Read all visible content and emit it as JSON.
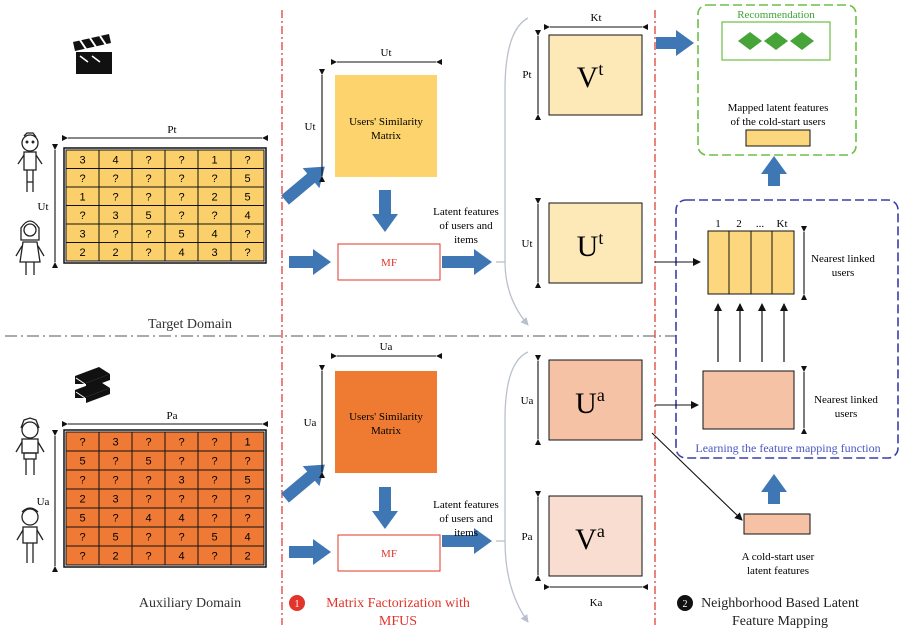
{
  "target_domain": {
    "label": "Target Domain",
    "col_dim": "Pt",
    "row_dim": "Ut",
    "ratings": [
      [
        "3",
        "4",
        "?",
        "?",
        "1",
        "?"
      ],
      [
        "?",
        "?",
        "?",
        "?",
        "?",
        "5"
      ],
      [
        "1",
        "?",
        "?",
        "?",
        "2",
        "5"
      ],
      [
        "?",
        "3",
        "5",
        "?",
        "?",
        "4"
      ],
      [
        "3",
        "?",
        "?",
        "5",
        "4",
        "?"
      ],
      [
        "2",
        "2",
        "?",
        "4",
        "3",
        "?"
      ]
    ]
  },
  "auxiliary_domain": {
    "label": "Auxiliary Domain",
    "col_dim": "Pa",
    "row_dim": "Ua",
    "ratings": [
      [
        "?",
        "3",
        "?",
        "?",
        "?",
        "1"
      ],
      [
        "5",
        "?",
        "5",
        "?",
        "?",
        "?"
      ],
      [
        "?",
        "?",
        "?",
        "3",
        "?",
        "5"
      ],
      [
        "2",
        "3",
        "?",
        "?",
        "?",
        "?"
      ],
      [
        "5",
        "?",
        "4",
        "4",
        "?",
        "?"
      ],
      [
        "?",
        "5",
        "?",
        "?",
        "5",
        "4"
      ],
      [
        "?",
        "2",
        "?",
        "4",
        "?",
        "2"
      ]
    ]
  },
  "section1": {
    "badge": "1",
    "title_line1": "Matrix Factorization with",
    "title_line2": "MFUS",
    "similarity_top": {
      "dim_top": "Ut",
      "dim_left": "Ut",
      "line1": "Users'  Similarity",
      "line2": "Matrix"
    },
    "similarity_bottom": {
      "dim_top": "Ua",
      "dim_left": "Ua",
      "line1": "Users'  Similarity",
      "line2": "Matrix"
    },
    "mf_label": "MF",
    "latent_label": [
      "Latent features",
      "of users and",
      "items"
    ]
  },
  "factor_matrices": {
    "vt": {
      "base": "V",
      "sup": "t",
      "dim_top": "Kt",
      "dim_left": "Pt"
    },
    "ut": {
      "base": "U",
      "sup": "t",
      "dim_left": "Ut"
    },
    "ua": {
      "base": "U",
      "sup": "a",
      "dim_left": "Ua"
    },
    "va": {
      "base": "V",
      "sup": "a",
      "dim_left": "Pa",
      "dim_bottom": "Ka"
    }
  },
  "section2": {
    "badge": "2",
    "title_line1": "Neighborhood Based Latent",
    "title_line2": "Feature Mapping",
    "recommendation": "Recommendation",
    "mapped_line1": "Mapped latent features",
    "mapped_line2": "of the cold-start users",
    "columns": [
      "1",
      "2",
      "...",
      "Kt"
    ],
    "nearest_line1": "Nearest linked",
    "nearest_line2": "users",
    "learning": "Learning the feature mapping function",
    "coldstart_line1": "A cold-start user",
    "coldstart_line2": "latent features"
  },
  "colors": {
    "target_cell": "#fbd06b",
    "aux_cell": "#ee7a35",
    "sim_target": "#fcd36c",
    "sim_aux": "#ef7b32",
    "factor_target": "#fde9b8",
    "factor_aux": "#f5c2a5",
    "factor_va": "#f9ddd0",
    "arrow_blue": "#3f77b5",
    "mf_red": "#e2342a",
    "divider_red": "#e0312a",
    "green": "#6cbf47",
    "diamond": "#47a439",
    "purple": "#3a3fa8"
  }
}
